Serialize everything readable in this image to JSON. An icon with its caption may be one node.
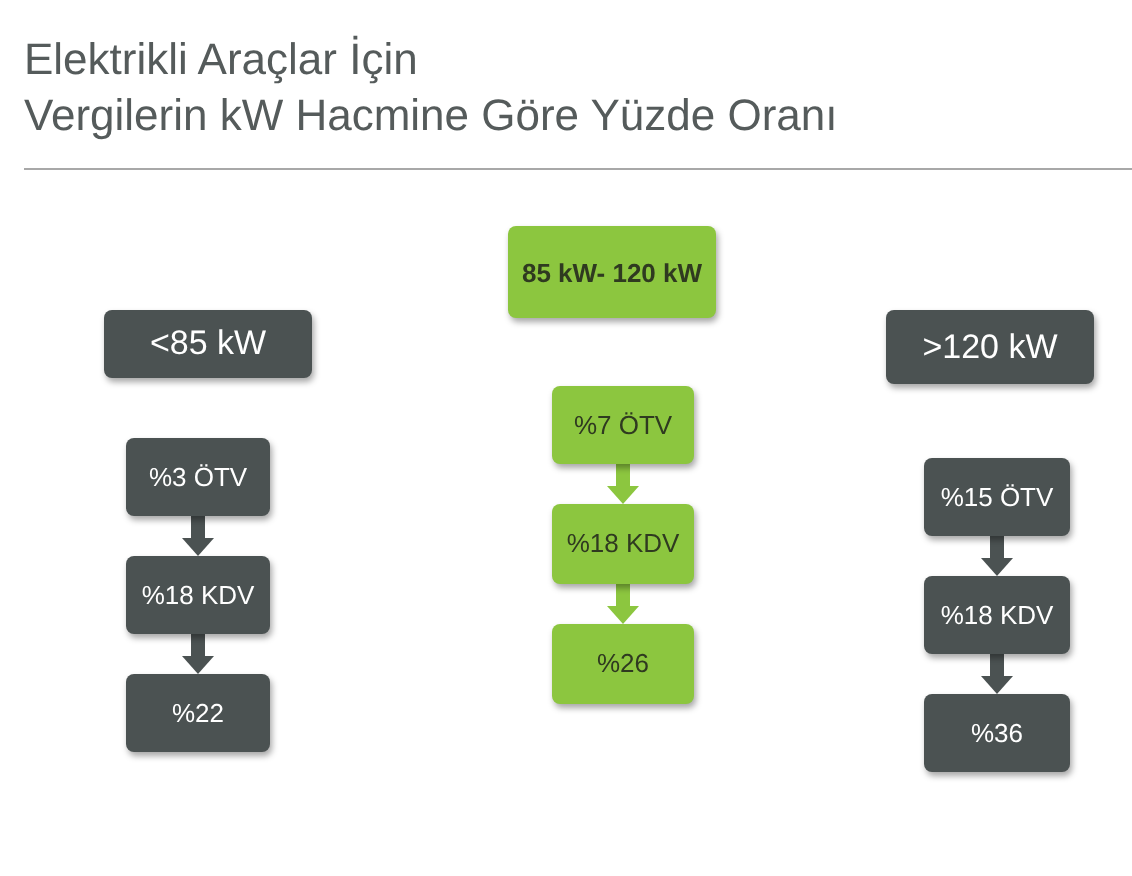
{
  "diagram": {
    "title": "Elektrikli Araçlar İçin Vergilerin kW Hacmine Göre Yüzde Oranı",
    "nodes": [
      {
        "text": [
          "<85 kW"
        ]
      },
      {
        "text": [
          "%3 ÖTV"
        ]
      },
      {
        "text": [
          "%18 KDV"
        ]
      },
      {
        "text": [
          "%22"
        ]
      },
      {
        "text": [
          "85 kW- 120 kW"
        ]
      },
      {
        "text": [
          "%7 ÖTV"
        ]
      },
      {
        "text": [
          "%18 KDV"
        ]
      },
      {
        "text": [
          "%26"
        ]
      },
      {
        "text": [
          ">120 kW"
        ]
      },
      {
        "text": [
          "%15 ÖTV"
        ]
      },
      {
        "text": [
          "%18 KDV"
        ]
      },
      {
        "text": [
          "%36"
        ]
      }
    ],
    "edges": [
      {
        "from": 1,
        "to": 2,
        "arrow": "to"
      },
      {
        "from": 2,
        "to": 3,
        "arrow": "to"
      },
      {
        "from": 5,
        "to": 6,
        "arrow": "to",
        "color": "#8cc63f"
      },
      {
        "from": 6,
        "to": 7,
        "arrow": "to",
        "color": "#8cc63f"
      },
      {
        "from": 9,
        "to": 10,
        "arrow": "to"
      },
      {
        "from": 10,
        "to": 11,
        "arrow": "to"
      }
    ]
  }
}
